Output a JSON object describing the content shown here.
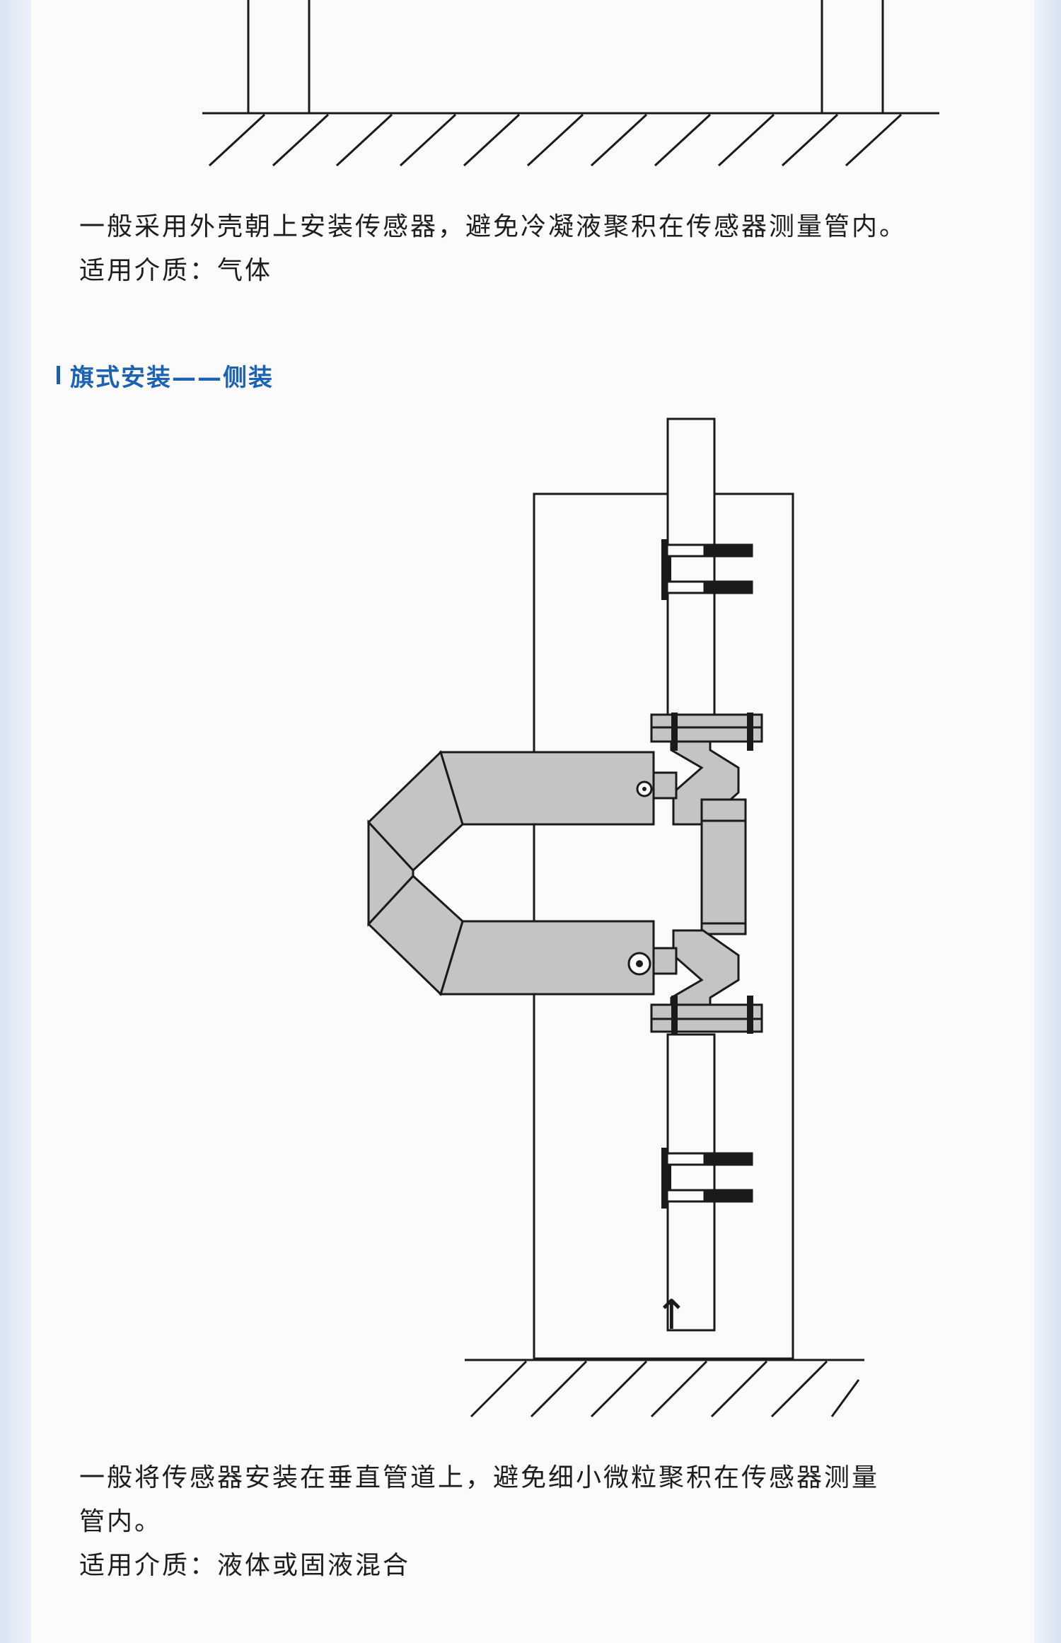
{
  "section1": {
    "line1": "一般采用外壳朝上安装传感器，避免冷凝液聚积在传感器测量管内。",
    "line2": "适用介质：气体"
  },
  "section2": {
    "heading": "旗式安装——侧装",
    "line1": "一般将传感器安装在垂直管道上，避免细小微粒聚积在传感器测量",
    "line2": "管内。",
    "line3": "适用介质：液体或固液混合"
  },
  "diagram": {
    "flow_arrow_glyph": "↑"
  },
  "colors": {
    "accent": "#1b62b3",
    "card": "#fbfbfb",
    "sensor_fill": "#c4c4c4",
    "line": "#1a1a1a"
  }
}
